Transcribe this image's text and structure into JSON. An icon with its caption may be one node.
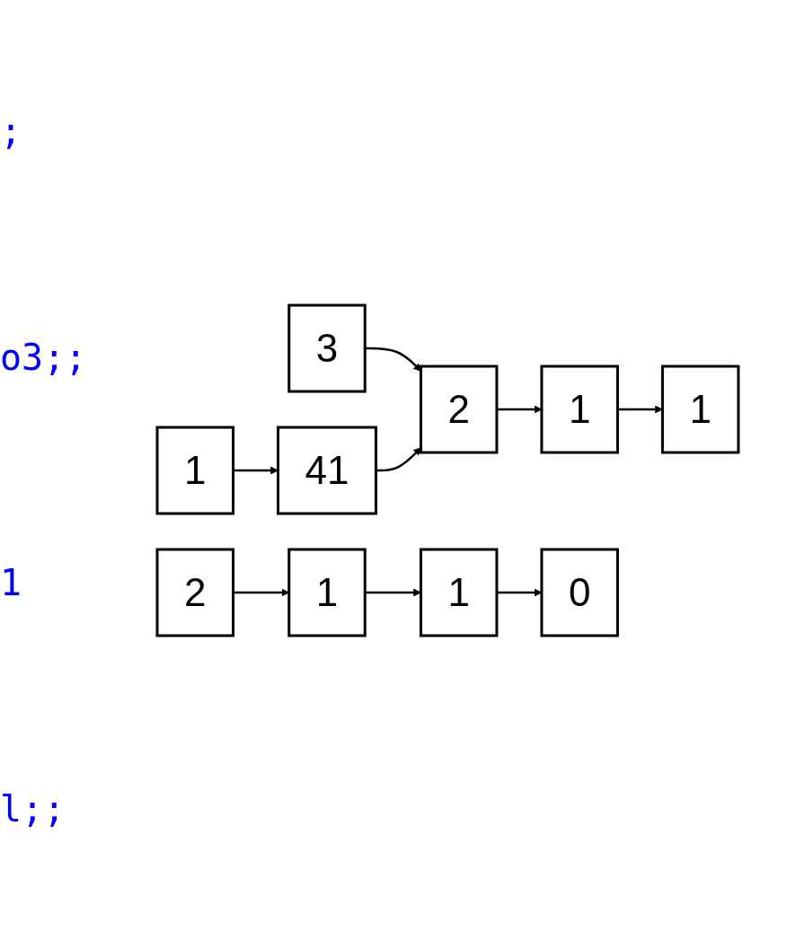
{
  "diagram": {
    "nodes": [
      {
        "text": [
          "2"
        ]
      },
      {
        "text": [
          "1"
        ]
      },
      {
        "text": [
          "1"
        ]
      },
      {
        "text": [
          "3"
        ]
      },
      {
        "text": [
          "41"
        ]
      },
      {
        "text": [
          "1"
        ]
      },
      {
        "text": [
          "2"
        ]
      },
      {
        "text": [
          "1"
        ]
      },
      {
        "text": [
          "1"
        ]
      },
      {
        "text": [
          "0"
        ]
      }
    ],
    "edges": [
      {
        "from": 0,
        "to": 1,
        "arrow": "to"
      },
      {
        "from": 1,
        "to": 2,
        "arrow": "to"
      },
      {
        "from": 3,
        "to": 0,
        "arrow": "to"
      },
      {
        "from": 4,
        "to": 0,
        "arrow": "to"
      },
      {
        "from": 5,
        "to": 4,
        "arrow": "to"
      },
      {
        "from": 6,
        "to": 7,
        "arrow": "to"
      },
      {
        "from": 7,
        "to": 8,
        "arrow": "to"
      },
      {
        "from": 8,
        "to": 9,
        "arrow": "to"
      }
    ],
    "labels": [
      ";",
      "o3;;",
      "1",
      "l;;"
    ]
  }
}
